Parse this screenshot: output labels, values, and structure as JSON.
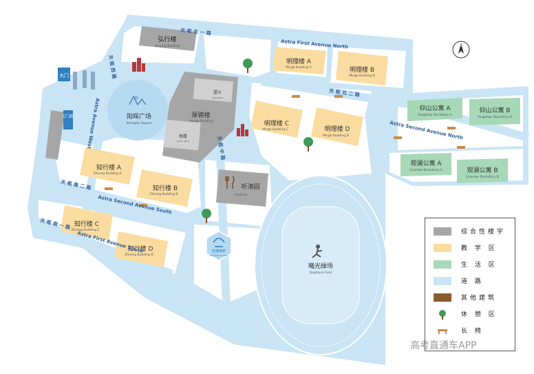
{
  "colors": {
    "road": "#c9e4f5",
    "teaching": "#fbdca0",
    "living": "#a7d8b7",
    "general": "#a6a6a6",
    "other": "#8b5a2b",
    "rest": "#3e9b57"
  },
  "roads": {
    "north1": "天 枢 北 一 路",
    "north1_en": "Astra First Avenue North",
    "north2": "天 枢 北 二 路",
    "north2_en": "Astra Second Avenue North",
    "south1": "天 枢 南 一 路",
    "south1_en": "Astra First Avenue South",
    "south2": "天 枢 南 二 路",
    "south2_en": "Astra Second Avenue South",
    "west": "天 枢 西 路",
    "west_en": "Astra Avenue West",
    "middle": "天 枢 中 路"
  },
  "buildings": {
    "qiuxing": {
      "cn": "弘行楼",
      "en": "Qiuxing Building"
    },
    "wanghuo": {
      "cn": "望火",
      "en": "Vista Wing"
    },
    "houde": {
      "cn": "厚德楼",
      "en": "Houde Building"
    },
    "nanhuo": {
      "cn": "南楼",
      "en": "Senior Wing"
    },
    "mingli_a": {
      "cn": "明理楼 A",
      "en": "Mingli Building A"
    },
    "mingli_b": {
      "cn": "明理楼 B",
      "en": "Mingli Building B"
    },
    "mingli_c": {
      "cn": "明理楼 C",
      "en": "Mingli Building C"
    },
    "mingli_d": {
      "cn": "明理楼 D",
      "en": "Mingli Building D"
    },
    "zhixing_a": {
      "cn": "知行楼 A",
      "en": "Zhixing Building A"
    },
    "zhixing_b": {
      "cn": "知行楼 B",
      "en": "Zhixing Building B"
    },
    "zhixing_c": {
      "cn": "知行楼 C",
      "en": "Zhixing Building C"
    },
    "zhixing_d": {
      "cn": "知行楼 D",
      "en": "Zhixing Building D"
    },
    "yangshan_a": {
      "cn": "仰山公寓 A",
      "en": "Yangshan Dormitory A"
    },
    "yangshan_b": {
      "cn": "仰山公寓 B",
      "en": "Yangshan Dormitory B"
    },
    "guanlan_a": {
      "cn": "观澜公寓 A",
      "en": "Guanlan Dormitory A"
    },
    "guanlan_b": {
      "cn": "观澜公寓 B",
      "en": "Guanlan Dormitory B"
    },
    "canteen": {
      "cn": "听涛园",
      "en": "Canteen"
    },
    "square": {
      "cn": "阳晖广场",
      "en": "Shengda Square"
    },
    "field": {
      "cn": "曦光操场",
      "en": "Dayblaze Field"
    },
    "fountain": {
      "cn": "亚瑞喷泉",
      "en": "Starlight Fountain"
    },
    "gate": "大门",
    "station": "C门岗"
  },
  "legend": {
    "items": [
      {
        "label": "综合性楼宇",
        "type": "general"
      },
      {
        "label": "教 学 区",
        "type": "teaching"
      },
      {
        "label": "生 活 区",
        "type": "living"
      },
      {
        "label": "道  路",
        "type": "road"
      },
      {
        "label": "其他建筑",
        "type": "other"
      },
      {
        "label": "休 憩 区",
        "type": "rest-icon"
      },
      {
        "label": "长  椅",
        "type": "bench-icon"
      }
    ]
  },
  "compass_label": "N",
  "watermark": "高考直通车APP"
}
